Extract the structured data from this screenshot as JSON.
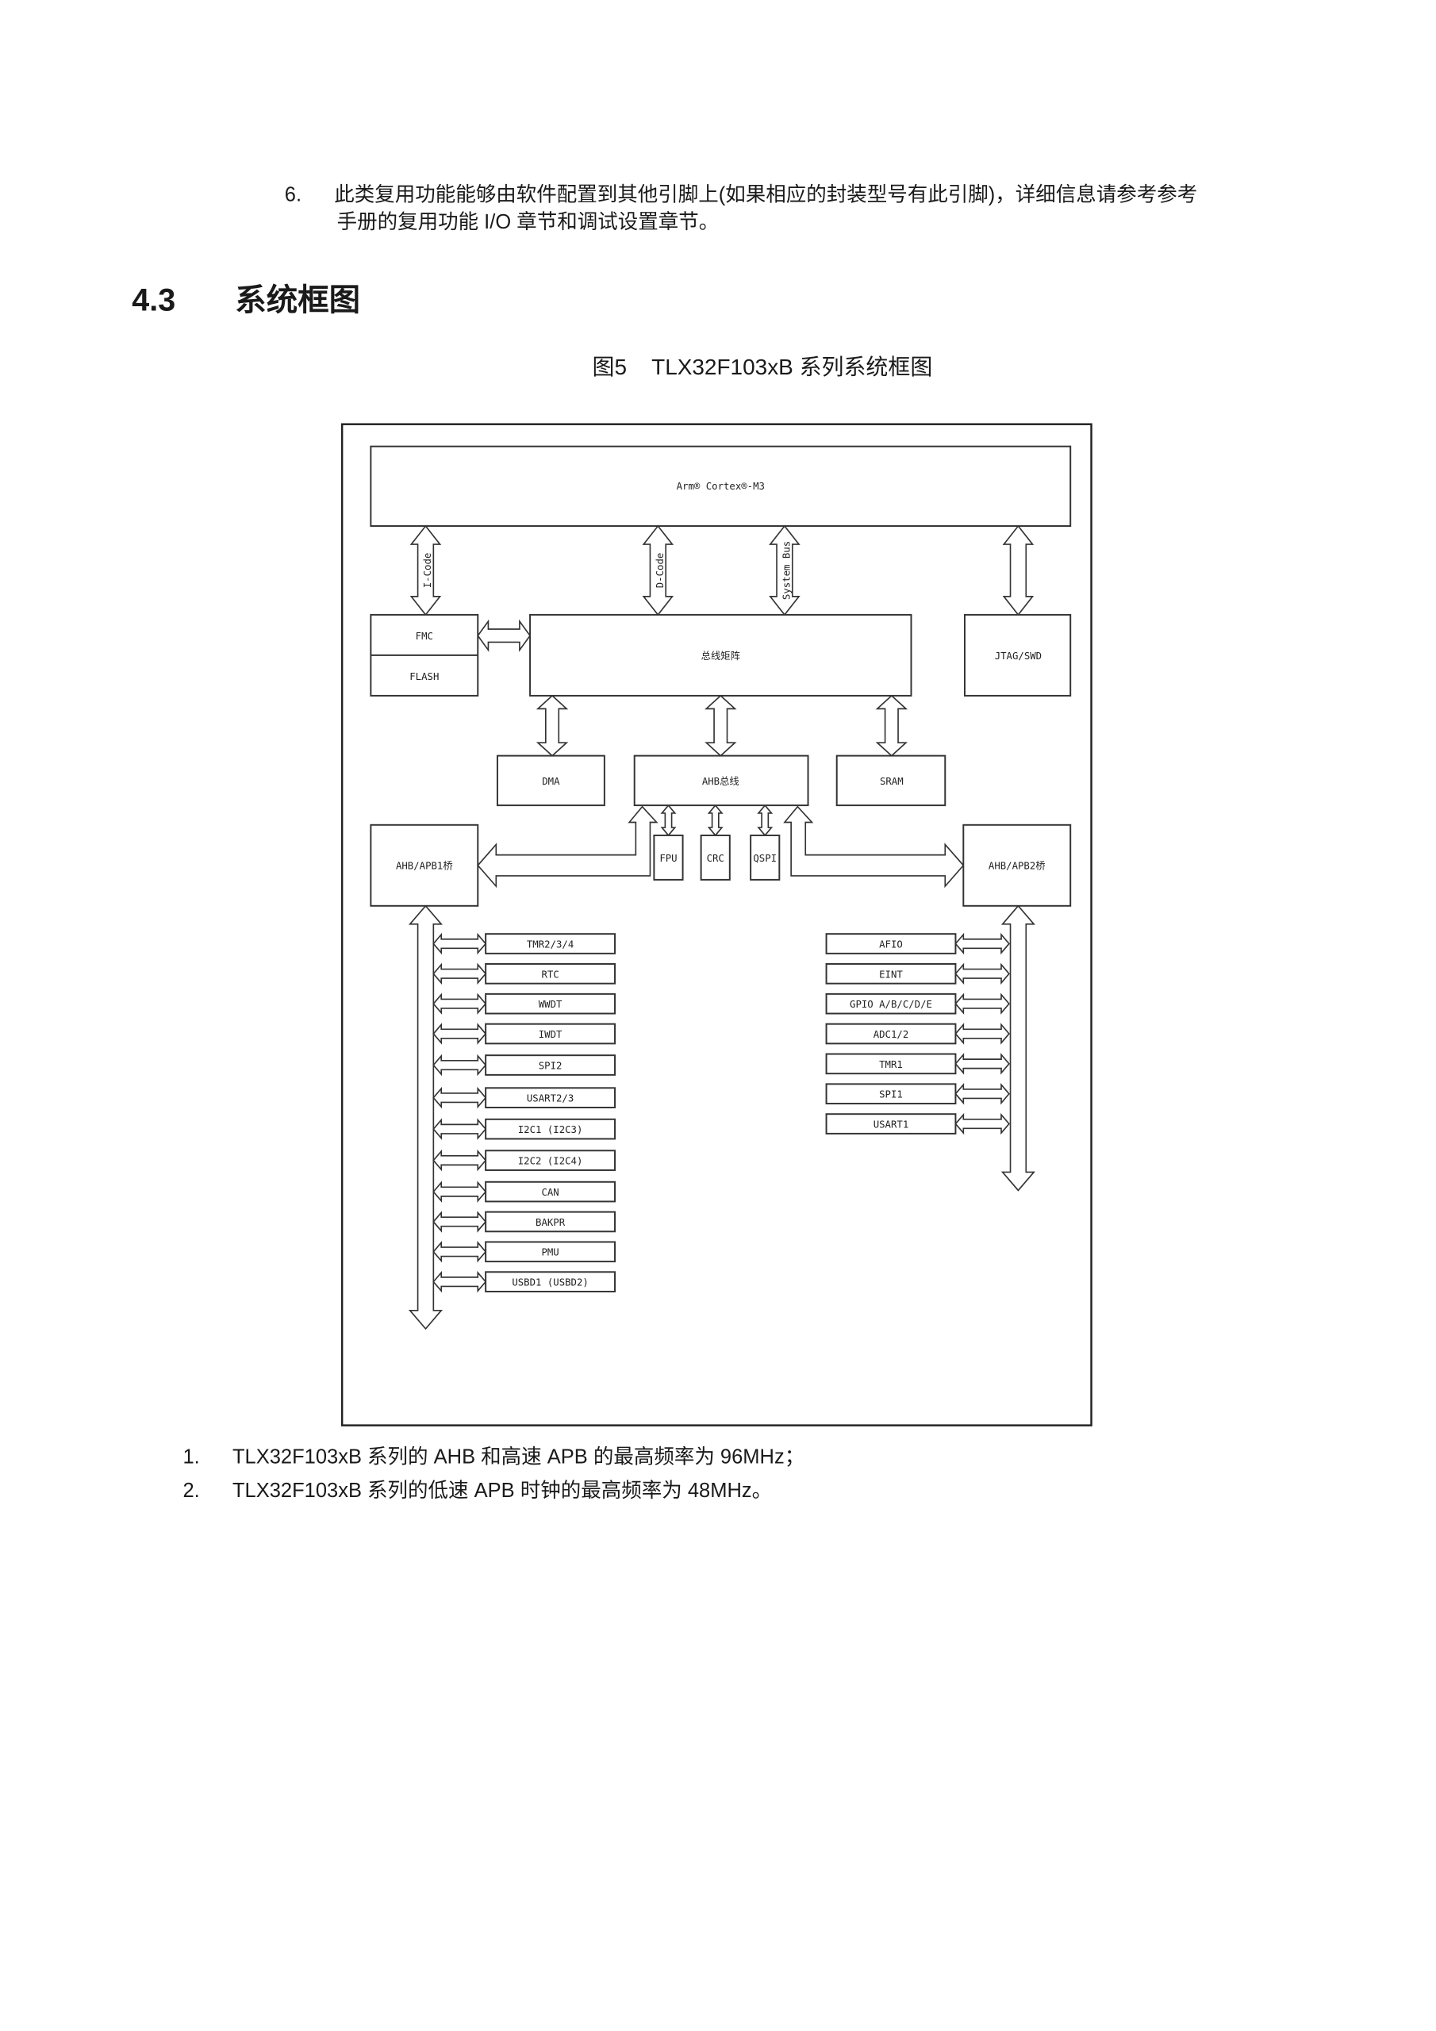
{
  "note6": {
    "number": "6.",
    "line1": "此类复用功能能够由软件配置到其他引脚上(如果相应的封装型号有此引脚)，详细信息请参考参考",
    "line2": "手册的复用功能 I/O 章节和调试设置章节。"
  },
  "section": {
    "number": "4.3",
    "title": "系统框图"
  },
  "figure": {
    "caption": "图5    TLX32F103xB 系列系统框图"
  },
  "diagram": {
    "core": "Arm® Cortex®-M3",
    "bus_labels": {
      "icode": "I-Code",
      "dcode": "D-Code",
      "system": "System Bus"
    },
    "fmc": "FMC",
    "flash": "FLASH",
    "bus_matrix": "总线矩阵",
    "jtag": "JTAG/SWD",
    "dma": "DMA",
    "ahb": "AHB总线",
    "sram": "SRAM",
    "fpu": "FPU",
    "crc": "CRC",
    "qspi": "QSPI",
    "apb1_bridge": "AHB/APB1桥",
    "apb2_bridge": "AHB/APB2桥",
    "apb1_peripherals": [
      "TMR2/3/4",
      "RTC",
      "WWDT",
      "IWDT",
      "SPI2",
      "USART2/3",
      "I2C1 (I2C3)",
      "I2C2 (I2C4)",
      "CAN",
      "BAKPR",
      "PMU",
      "USBD1 (USBD2)"
    ],
    "apb2_peripherals": [
      "AFIO",
      "EINT",
      "GPIO A/B/C/D/E",
      "ADC1/2",
      "TMR1",
      "SPI1",
      "USART1"
    ]
  },
  "notes": [
    {
      "number": "1.",
      "text": "TLX32F103xB 系列的 AHB 和高速 APB 的最高频率为 96MHz；"
    },
    {
      "number": "2.",
      "text": "TLX32F103xB 系列的低速 APB 时钟的最高频率为 48MHz。"
    }
  ]
}
